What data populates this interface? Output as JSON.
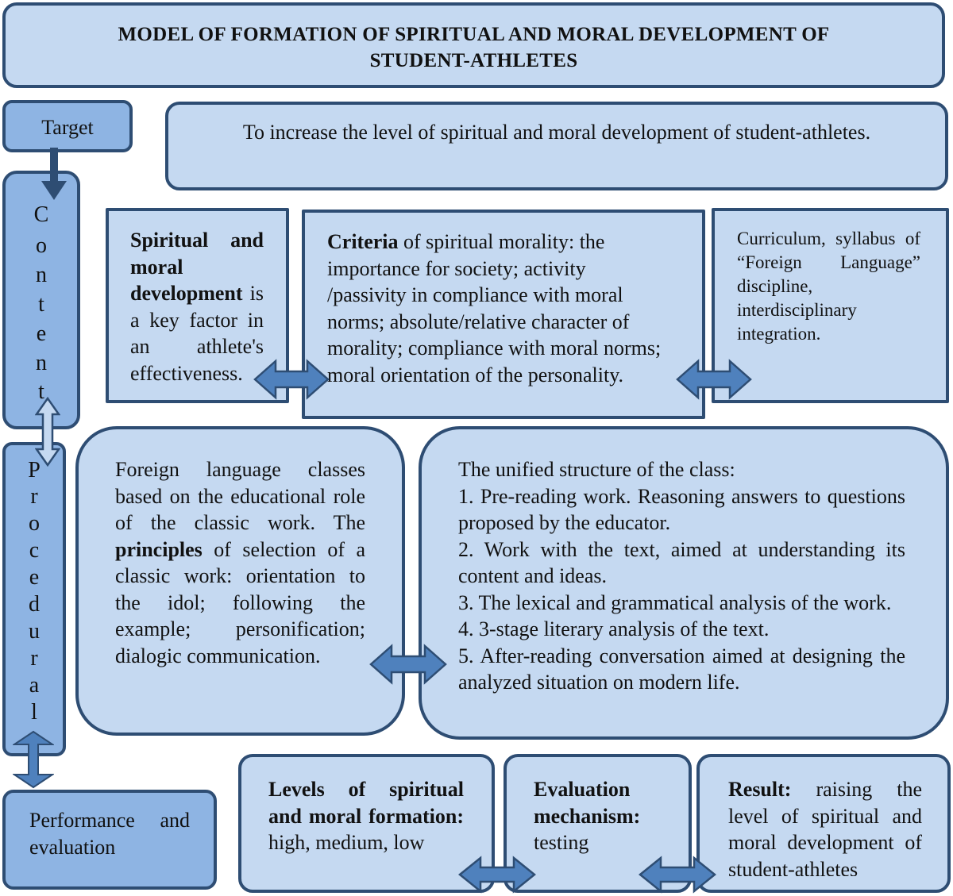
{
  "title": {
    "line1": "MODEL OF FORMATION OF SPIRITUAL AND MORAL DEVELOPMENT OF",
    "line2": "STUDENT-ATHLETES"
  },
  "target": {
    "label": "Target",
    "text": "To increase the level of spiritual and moral development of student-athletes."
  },
  "content_label": [
    "C",
    "o",
    "n",
    "t",
    "e",
    "n",
    "t"
  ],
  "procedural_label": [
    "P",
    "r",
    "o",
    "c",
    "e",
    "d",
    "u",
    "r",
    "a",
    "l"
  ],
  "spiritual": {
    "bold": "Spiritual and moral development",
    "rest": " is a key factor in an athlete's effectiveness."
  },
  "criteria": {
    "bold": "Criteria",
    "rest": " of spiritual morality: the importance for society; activity /passivity in compliance with moral norms; absolute/relative character of morality; compliance with moral norms; moral orientation of the personality."
  },
  "curriculum": {
    "text": "Curriculum, syllabus of “Foreign Language” discipline, interdisciplinary integration."
  },
  "foreign": {
    "part1": "Foreign language classes based on the educational role of the classic work. The ",
    "bold": "principles",
    "part2": " of selection of a classic work: orientation to the idol; following the example; personification; dialogic communication."
  },
  "unified": {
    "heading": "The unified structure of the class:",
    "items": [
      "1. Pre-reading work. Reasoning answers to questions proposed by the educator.",
      "2. Work with the text, aimed at understanding its content and ideas.",
      "3. The lexical and grammatical analysis of the work.",
      "4. 3-stage literary analysis of the text.",
      "5. After-reading conversation aimed at designing the analyzed situation on modern life."
    ]
  },
  "performance": {
    "label": "Performance and evaluation"
  },
  "levels": {
    "bold": "Levels of spiritual and moral formation:",
    "rest": " high, medium, low"
  },
  "evaluation": {
    "bold": "Evaluation mechanism:",
    "rest": " testing"
  },
  "result": {
    "bold": "Result:",
    "rest": " raising the level of spiritual and moral development of student-athletes"
  },
  "colors": {
    "box_fill": "#c5d9f1",
    "side_fill": "#8eb4e3",
    "border": "#2e4d73",
    "arrow_fill": "#4f81bd",
    "arrow_stroke": "#2e4d73"
  }
}
